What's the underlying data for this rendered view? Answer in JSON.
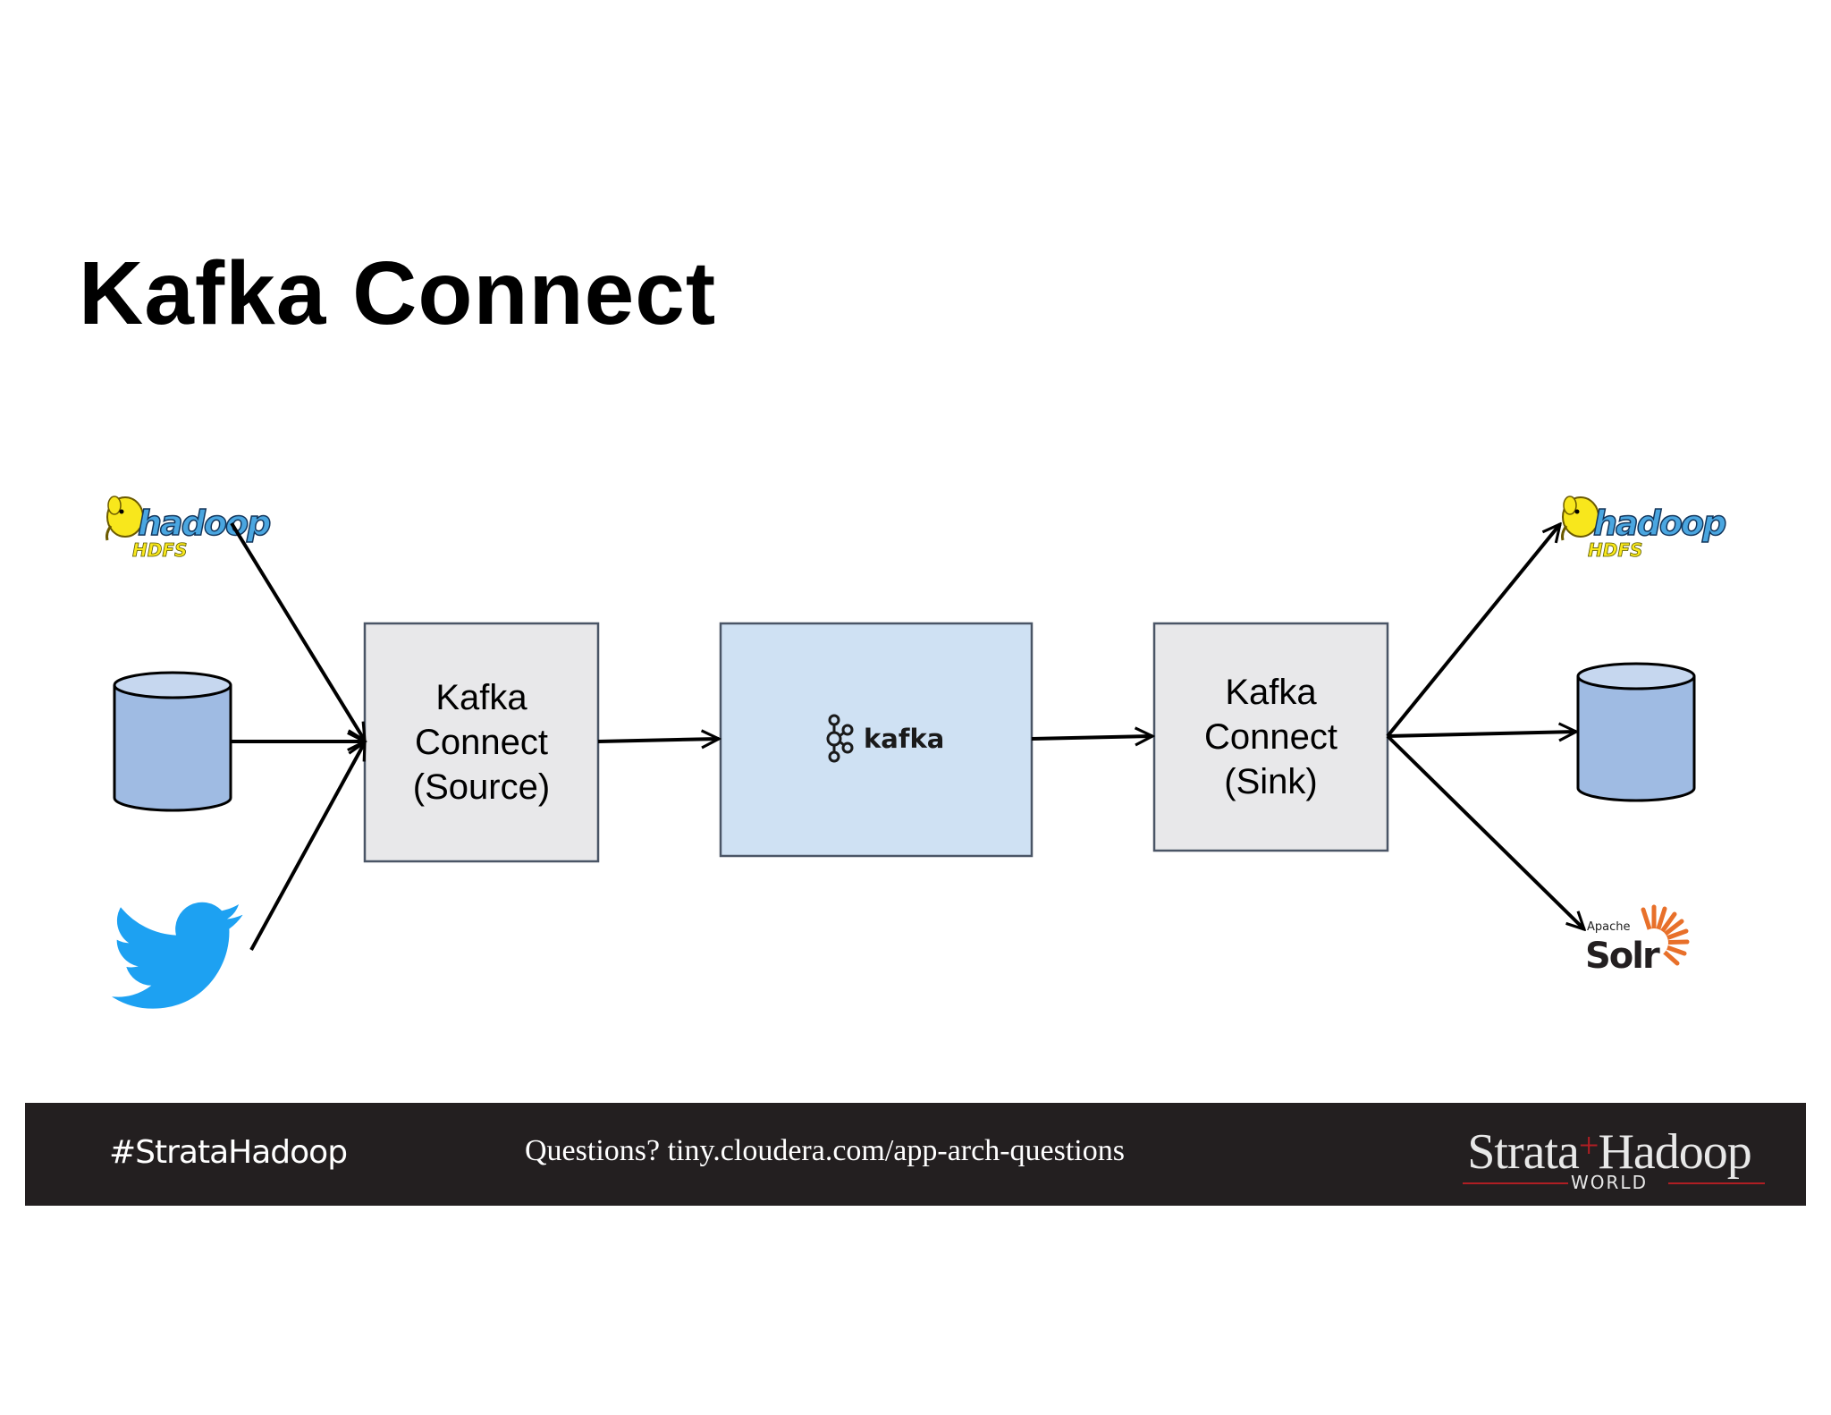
{
  "title": "Kafka Connect",
  "diagram": {
    "sources": [
      {
        "id": "hdfs",
        "logo_text": "hadoop",
        "logo_subtext": "HDFS",
        "icon": "hadoop-hdfs-icon"
      },
      {
        "id": "database",
        "icon": "database-icon"
      },
      {
        "id": "twitter",
        "icon": "twitter-bird-icon"
      }
    ],
    "source_connector": {
      "line1": "Kafka",
      "line2": "Connect",
      "line3": "(Source)"
    },
    "broker": {
      "label": "kafka",
      "icon": "kafka-logo-icon"
    },
    "sink_connector": {
      "line1": "Kafka",
      "line2": "Connect",
      "line3": "(Sink)"
    },
    "sinks": [
      {
        "id": "hdfs",
        "logo_text": "hadoop",
        "logo_subtext": "HDFS",
        "icon": "hadoop-hdfs-icon"
      },
      {
        "id": "database",
        "icon": "database-icon"
      },
      {
        "id": "solr",
        "logo_small": "Apache",
        "logo_text": "Solr",
        "icon": "solr-logo-icon"
      }
    ],
    "colors": {
      "connector_fill": "#e8e8ea",
      "broker_fill": "#cfe1f3",
      "database_fill": "#9fbbe3",
      "box_stroke": "#4a5566",
      "twitter_blue": "#1da1f2",
      "hadoop_yellow": "#f8e71c",
      "hadoop_blue": "#4aa6e0",
      "solr_orange": "#e8702a"
    }
  },
  "footer": {
    "hashtag": "#StrataHadoop",
    "questions": "Questions? tiny.cloudera.com/app-arch-questions",
    "brand_left": "Strata",
    "brand_plus": "+",
    "brand_right": "Hadoop",
    "brand_sub": "WORLD",
    "background": "#231f20"
  }
}
